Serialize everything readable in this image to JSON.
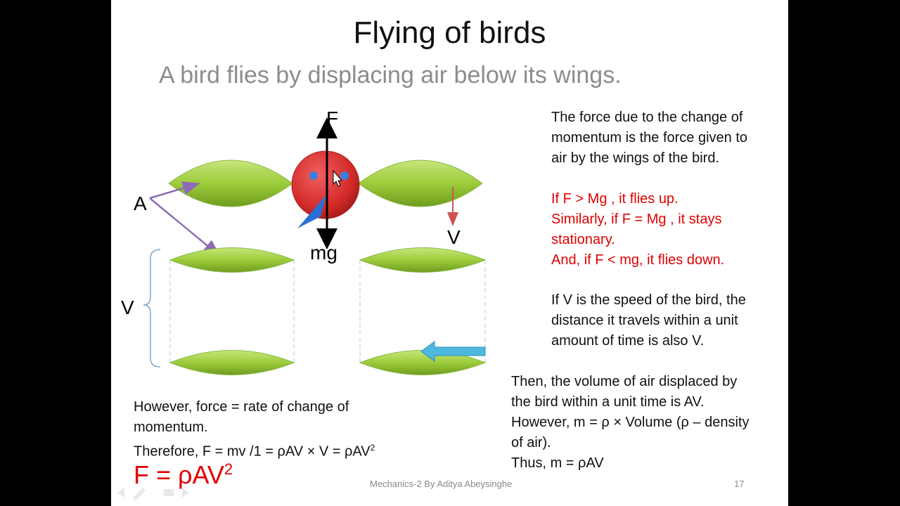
{
  "slide": {
    "title": "Flying of birds",
    "subtitle": "A bird flies by displacing air below its wings.",
    "right_text_1": [
      "The force due to the change of",
      "momentum is the force given to",
      "air by the wings of the bird."
    ],
    "right_text_red": [
      "If F > Mg , it flies up.",
      "Similarly, if F = Mg , it stays",
      "stationary.",
      "And, if F < mg, it flies down."
    ],
    "right_text_2": [
      "If V is the speed of the bird, the",
      "distance it travels within a unit",
      "amount of time is also V."
    ],
    "right_text_3": [
      "Then, the volume of air displaced by",
      "the bird within a unit time is AV.",
      "However, m = ρ × Volume (ρ – density",
      "of air).",
      "Thus, m = ρAV"
    ],
    "left_text": [
      "However, force = rate of change of",
      "momentum."
    ],
    "therefore_text": "Therefore, F = mv /1 = ρAV × V = ρAV",
    "therefore_sup": "2",
    "final_equation": "F = ρAV",
    "final_sup": "2",
    "footer": "Mechanics-2 By Aditya Abeysinghe",
    "page_number": "17"
  },
  "diagram": {
    "force_label": "F",
    "weight_label": "mg",
    "area_label": "A",
    "velocity_label": "V",
    "volume_label": "V"
  },
  "colors": {
    "wing_green": "#9ccc3a",
    "body_red": "#d42a2a",
    "beak_blue": "#2a6fd6",
    "text_red": "#e00000",
    "arrow_purple": "#8e6bb5",
    "arrow_cyan": "#4fb8e0",
    "subtitle_gray": "#8c8c8c"
  },
  "icons": [
    "mouse-cursor-icon",
    "left-arrow-icon"
  ]
}
